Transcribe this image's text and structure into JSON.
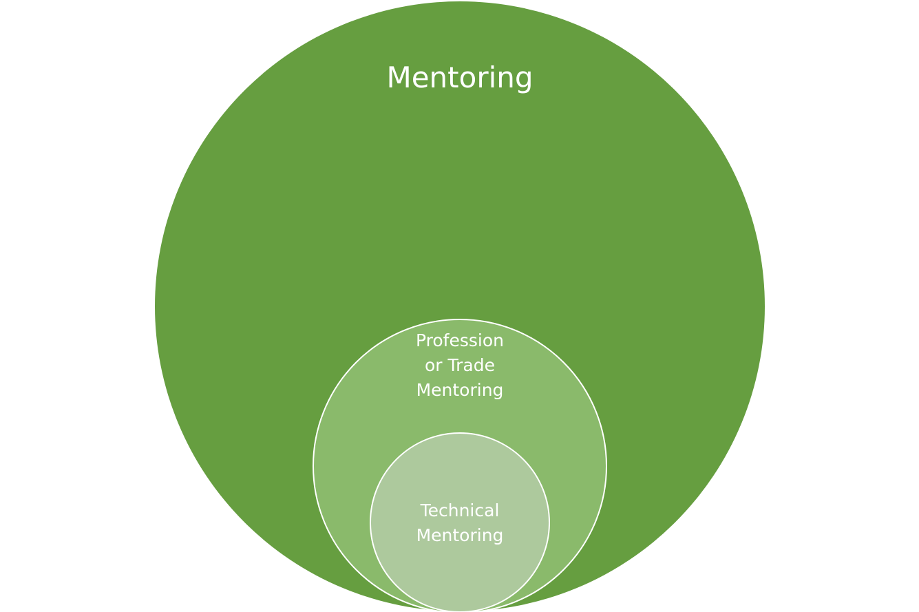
{
  "diagram": {
    "outer": {
      "label": "Mentoring",
      "color": "#669e40"
    },
    "middle": {
      "lines": [
        "Profession",
        "or Trade",
        "Mentoring"
      ],
      "color": "#8aba6b"
    },
    "inner": {
      "lines": [
        "Technical",
        "Mentoring"
      ],
      "color": "#adc99d"
    },
    "stroke_color": "#ffffff"
  }
}
